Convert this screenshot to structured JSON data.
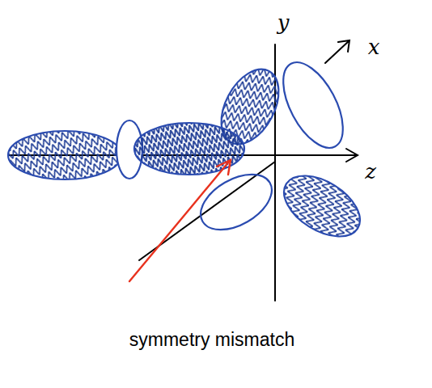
{
  "diagram": {
    "labels": [
      "y",
      "x",
      "z",
      "symmetry mismatch"
    ]
  }
}
